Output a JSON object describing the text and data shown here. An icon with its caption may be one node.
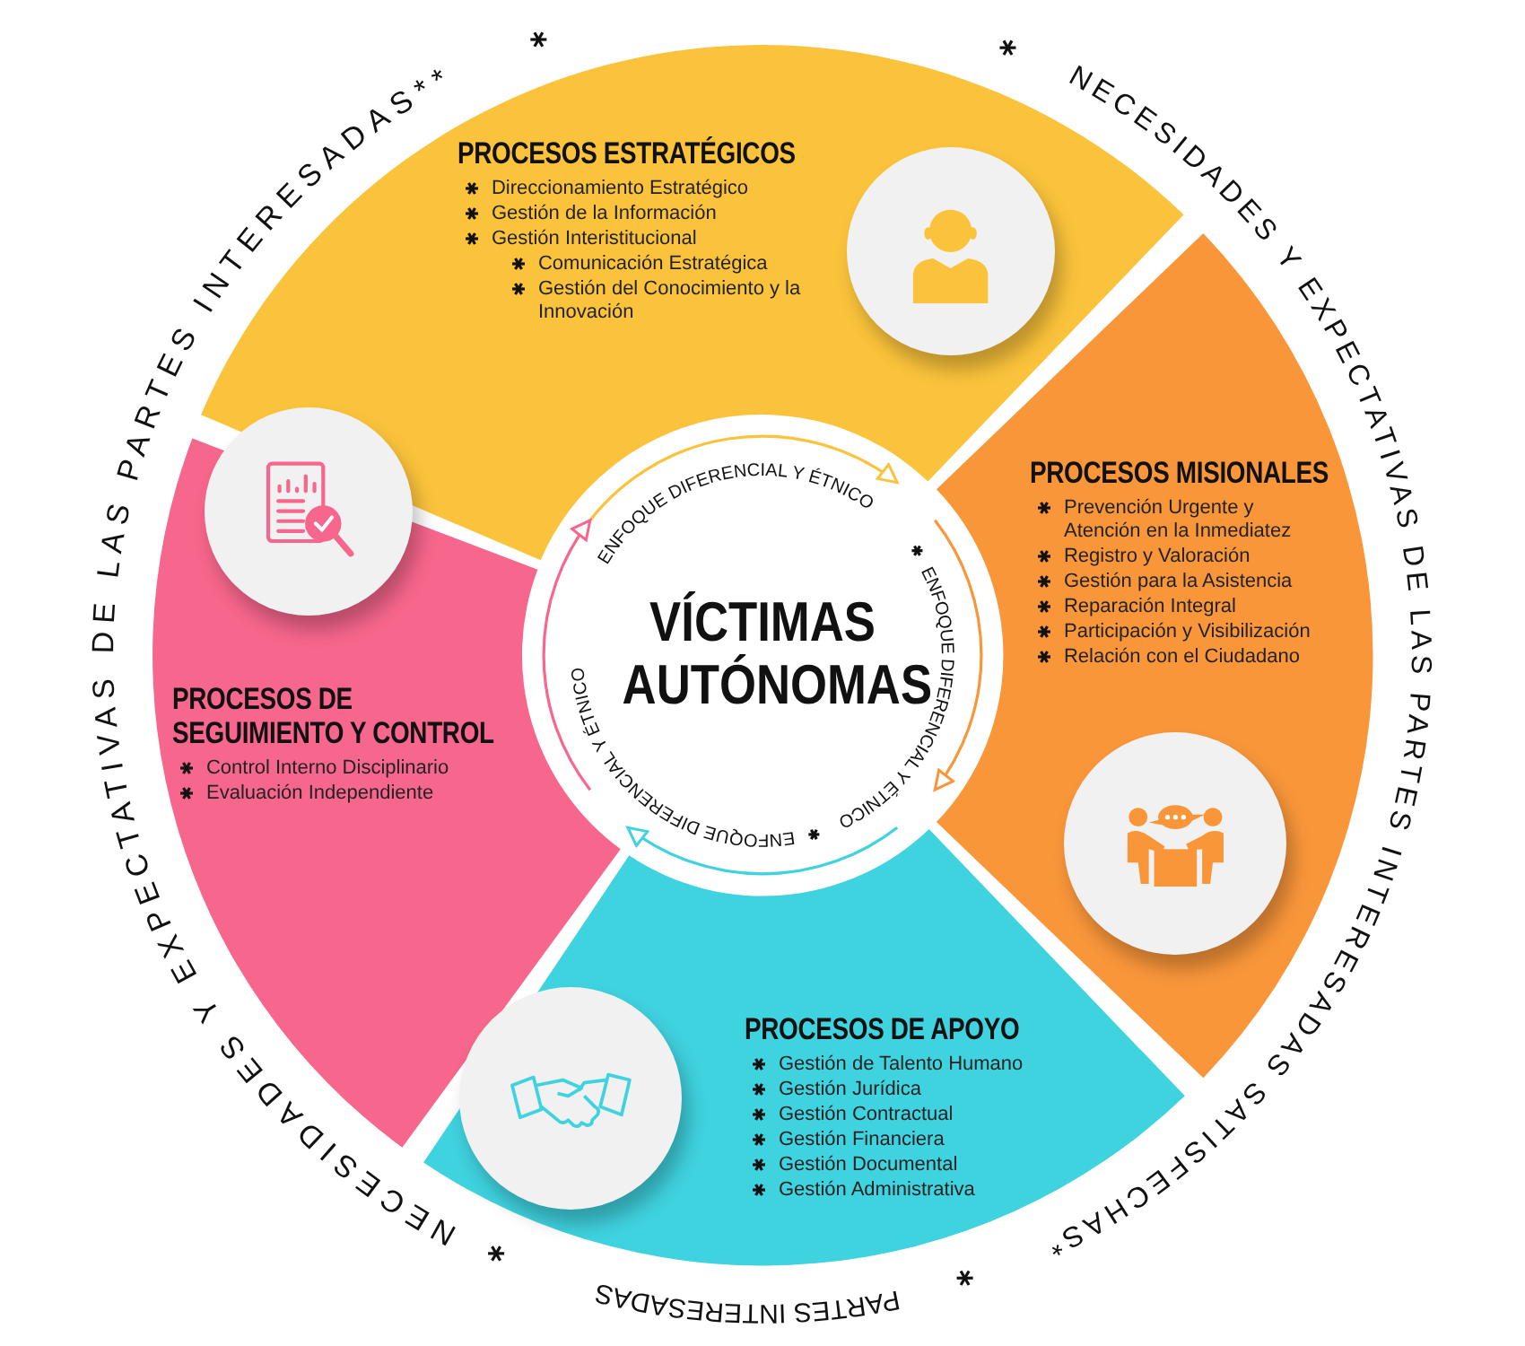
{
  "diagram": {
    "nodes": [
      {
        "text": [
          "PROCESOS ESTRATÉGICOS",
          "Direccionamiento Estratégico",
          "Gestión de la Información",
          "Gestión Interistitucional",
          "Comunicación Estratégica",
          "Gestión del Conocimiento y la Innovación"
        ]
      },
      {
        "text": [
          "PROCESOS MISIONALES",
          "Prevención Urgente y Atención en la Inmediatez",
          "Registro y Valoración",
          "Gestión para la Asistencia",
          "Reparación Integral",
          "Participación y Visibilización",
          "Relación con el Ciudadano"
        ]
      },
      {
        "text": [
          "VÍCTIMAS AUTÓNOMAS"
        ]
      },
      {
        "text": [
          "PROCESOS DE SEGUIMIENTO Y CONTROL",
          "Control Interno Disciplinario",
          "Evaluación Independiente"
        ]
      },
      {
        "text": [
          "PROCESOS DE APOYO",
          "Gestión de Talento Humano",
          "Gestión Jurídica",
          "Gestión Contractual",
          "Gestión Financiera",
          "Gestión Documental",
          "Gestión Administrativa"
        ]
      }
    ],
    "labels": [
      "NECESIDADES Y EXPECTATIVAS DE LAS PARTES INTERESADAS**",
      "NECESIDADES Y EXPECTATIVAS DE LAS PARTES INTERESADAS SATISFECHAS*",
      "ENFOQUE DIFERENCIAL Y ÉTNICO",
      "ENFOQUE DIFERENCIAL Y ÉTNICO",
      "ENFOQUE DIFERENCIAL Y ÉTNICO",
      "PARTES INTERESADAS"
    ]
  }
}
